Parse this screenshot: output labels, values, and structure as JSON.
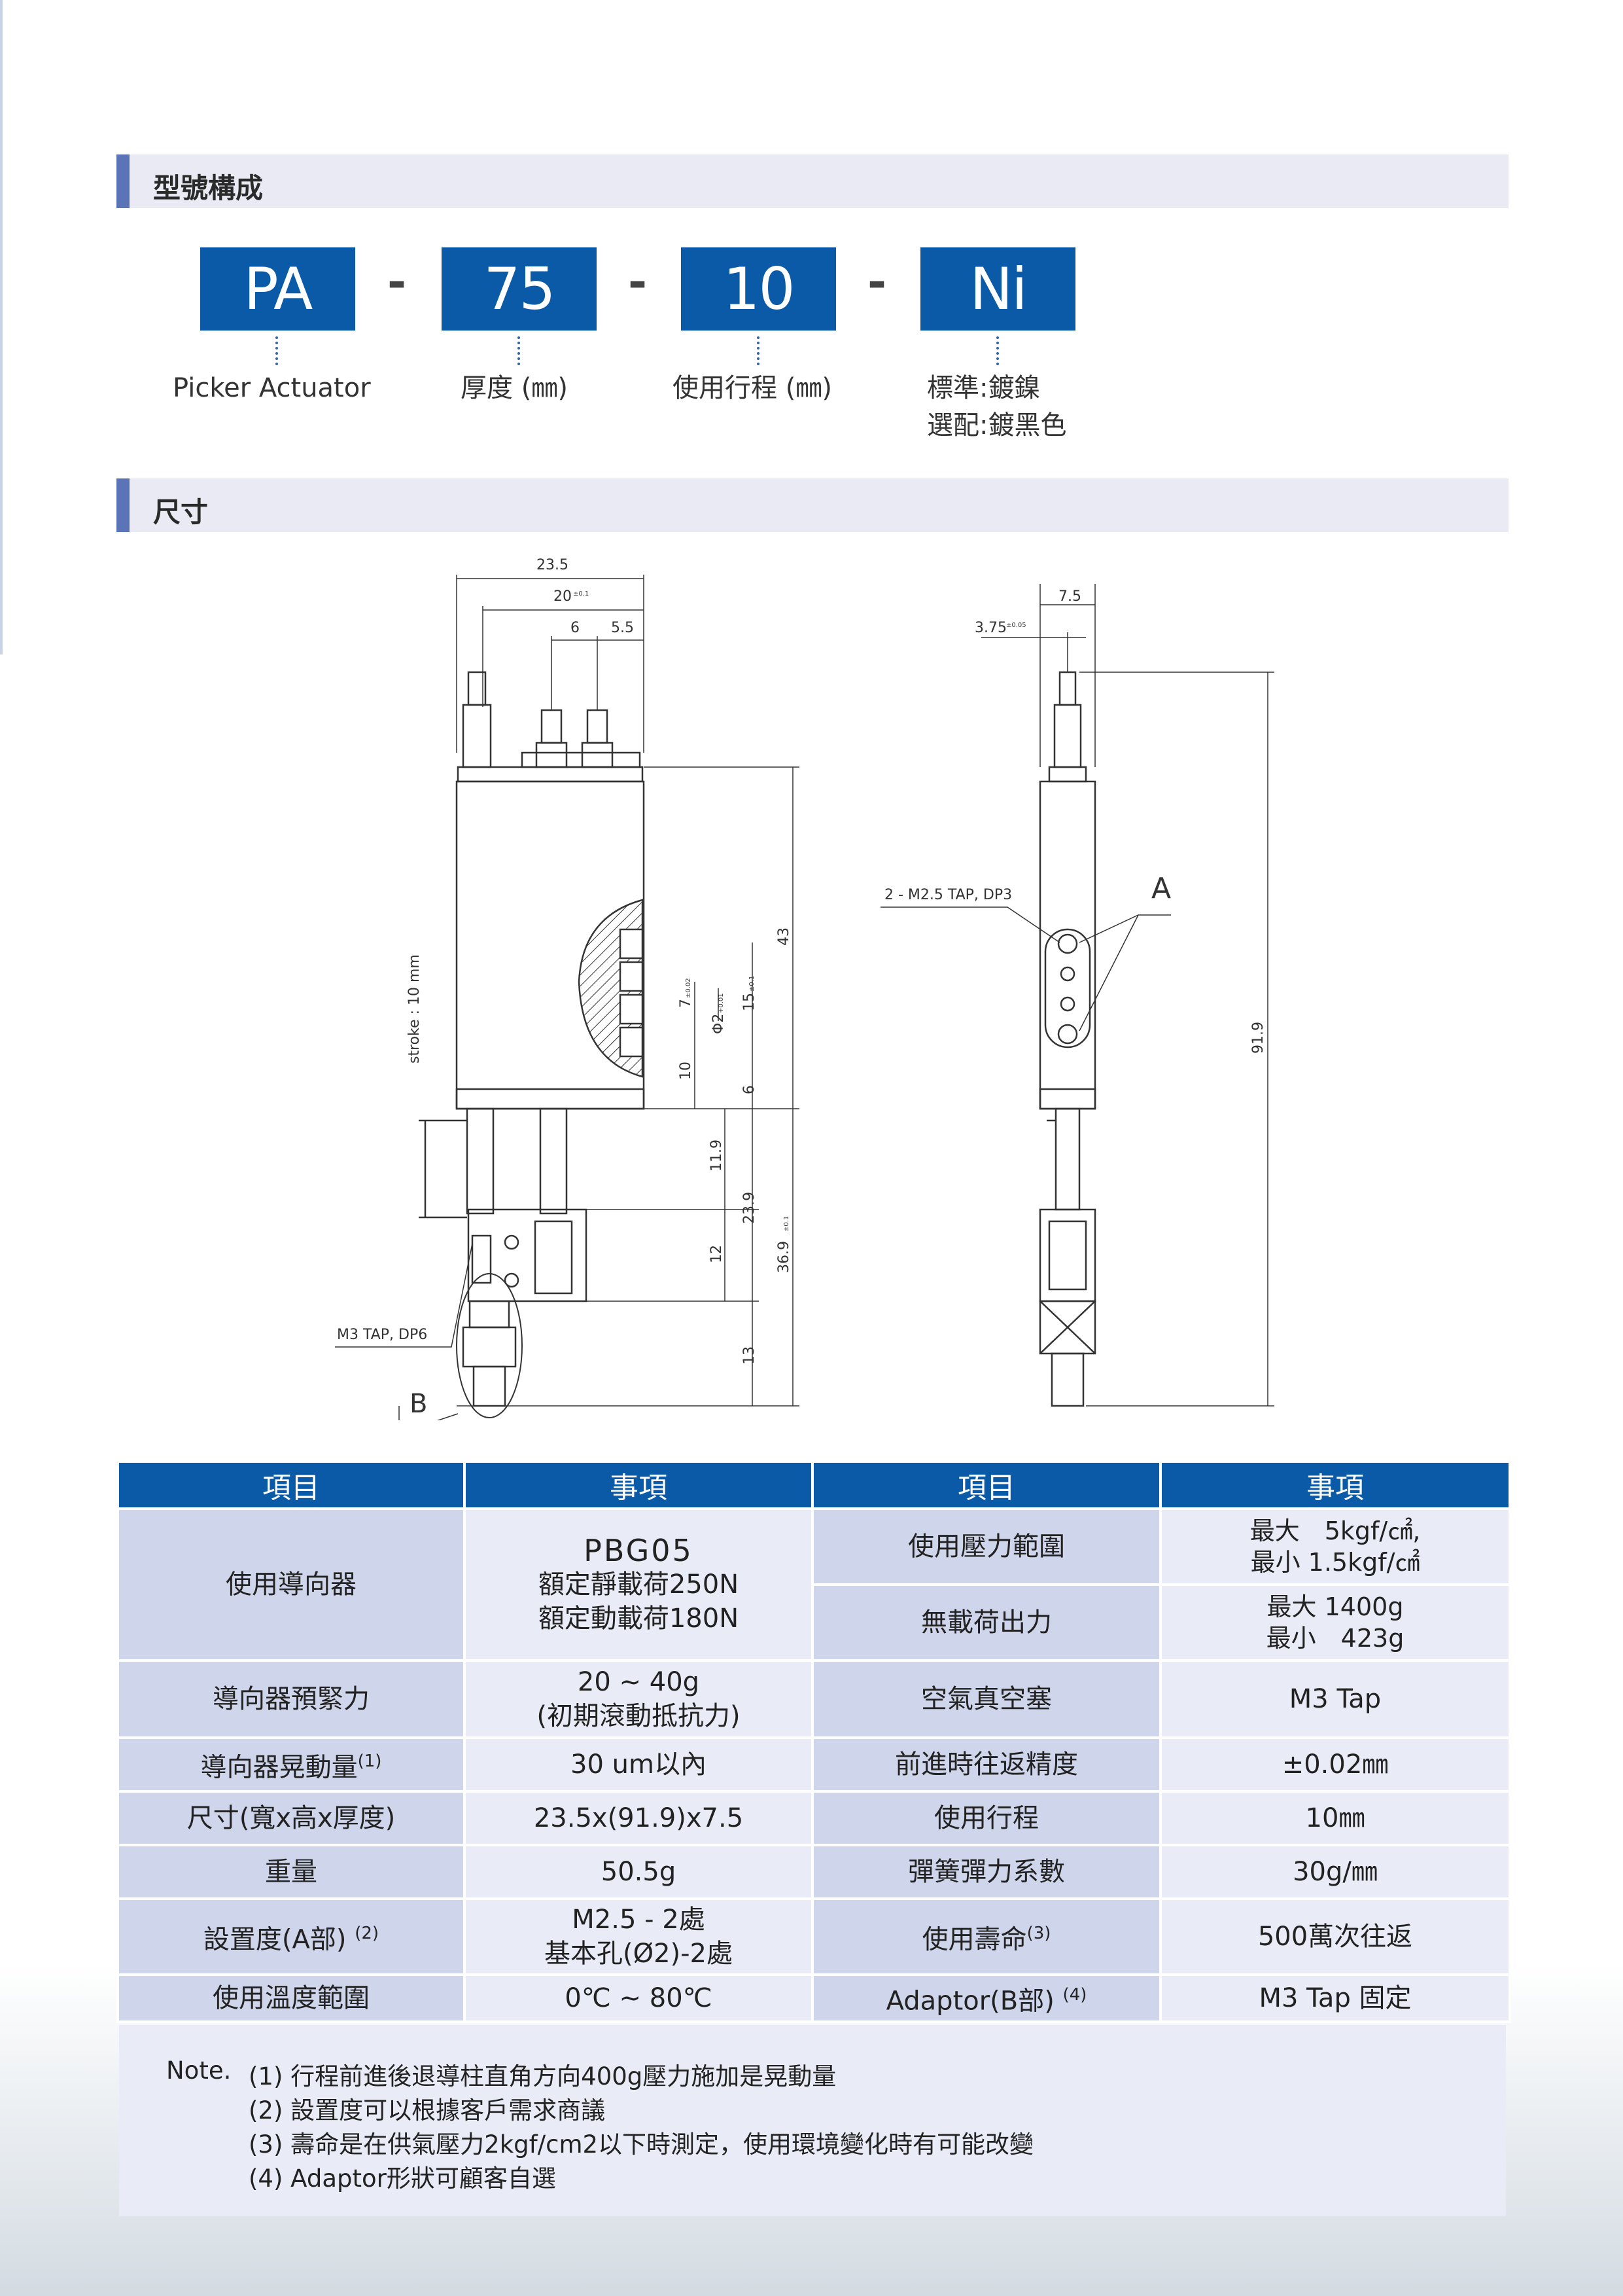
{
  "section1": {
    "title": "型號構成"
  },
  "model": {
    "parts": [
      "PA",
      "75",
      "10",
      "Ni"
    ],
    "dash": "-",
    "labels": [
      "Picker Actuator",
      "厚度 (㎜)",
      "使用行程 (㎜)"
    ],
    "finish_std": "標準:鍍鎳",
    "finish_opt": "選配:鍍黑色"
  },
  "section2": {
    "title": "尺寸"
  },
  "drawing": {
    "dim_23_5": "23.5",
    "dim_20": "20",
    "dim_20_tol": "±0.1",
    "dim_6": "6",
    "dim_5_5": "5.5",
    "dim_7_5": "7.5",
    "dim_3_75": "3.75",
    "dim_3_75_tol": "±0.05",
    "dim_43": "43",
    "dim_7": "7",
    "dim_7_tol": "±0.02",
    "dim_phi2": "Φ2",
    "dim_phi2_tol": "+0.01",
    "dim_15": "15",
    "dim_15_tol": "±0.1",
    "dim_10": "10",
    "dim_6b": "6",
    "dim_11_9": "11.9",
    "dim_23_9": "23.9",
    "dim_12": "12",
    "dim_36_9": "36.9",
    "dim_36_9_tol": "±0.1",
    "dim_13": "13",
    "dim_91_9": "91.9",
    "stroke": "stroke : 10 mm",
    "m3_tap": "M3 TAP, DP6",
    "m25_tap": "2 - M2.5 TAP, DP3",
    "label_a": "A",
    "label_b": "B"
  },
  "table": {
    "headers": [
      "項目",
      "事項",
      "項目",
      "事項"
    ],
    "r1": {
      "item": "使用導向器",
      "v1": "PBG05",
      "v2": "額定靜載荷250N",
      "v3": "額定動載荷180N"
    },
    "r1a": {
      "item": "使用壓力範圍",
      "v1": "最大　5kgf/㎠,",
      "v2": "最小 1.5kgf/㎠"
    },
    "r1b": {
      "item": "無載荷出力",
      "v1": "最大 1400g",
      "v2": "最小　423g"
    },
    "r2": {
      "item": "導向器預緊力",
      "v1": "20 ~ 40g",
      "v2": "(初期滾動抵抗力)",
      "item2": "空氣真空塞",
      "val2": "M3 Tap"
    },
    "r3": {
      "item": "導向器晃動量",
      "sup": "(1)",
      "val": "30 um以內",
      "item2": "前進時往返精度",
      "val2": "±0.02㎜"
    },
    "r4": {
      "item": "尺寸(寬x高x厚度)",
      "val": "23.5x(91.9)x7.5",
      "item2": "使用行程",
      "val2": "10㎜"
    },
    "r5": {
      "item": "重量",
      "val": "50.5g",
      "item2": "彈簧彈力系數",
      "val2": "30g/㎜"
    },
    "r6": {
      "item": "設置度(A部)",
      "sup": "(2)",
      "v1": "M2.5 - 2處",
      "v2": "基本孔(Ø2)-2處",
      "item2": "使用壽命",
      "sup2": "(3)",
      "val2": "500萬次往返"
    },
    "r7": {
      "item": "使用溫度範圍",
      "val": "0℃ ~ 80℃",
      "item2": "Adaptor(B部)",
      "sup2": "(4)",
      "val2": "M3 Tap 固定"
    }
  },
  "notes": {
    "prefix": "Note.",
    "n1": "(1) 行程前進後退導柱直角方向400g壓力施加是晃動量",
    "n2": "(2) 設置度可以根據客戶需求商議",
    "n3": "(3) 壽命是在供氣壓力2kgf/cm2以下時測定，使用環境變化時有可能改變",
    "n4": "(4) Adaptor形狀可顧客自選"
  }
}
